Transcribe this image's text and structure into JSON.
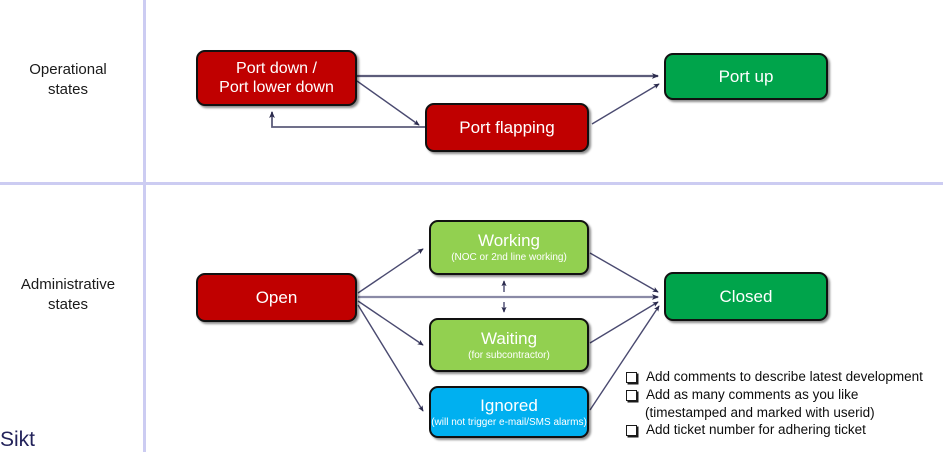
{
  "diagram": {
    "row_labels": [
      {
        "id": "operational",
        "text": "Operational\nstates",
        "line1": "Operational",
        "line2": "states"
      },
      {
        "id": "administrative",
        "text": "Administrative\nstates",
        "line1": "Administrative",
        "line2": "states"
      }
    ],
    "colors": {
      "red": "#c00000",
      "green": "#00a44b",
      "lime": "#92d050",
      "blue": "#00b0f0",
      "divider": "#ccccf2",
      "arrow": "#3b3b5c",
      "text_on_node": "#ffffff",
      "body_text": "#0d0d0d",
      "brand": "#23235b"
    },
    "operational_nodes": [
      {
        "id": "port-down",
        "title_line1": "Port down /",
        "title_line2": "Port lower down",
        "color": "red"
      },
      {
        "id": "port-flapping",
        "title": "Port flapping",
        "color": "red"
      },
      {
        "id": "port-up",
        "title": "Port up",
        "color": "green"
      }
    ],
    "administrative_nodes": [
      {
        "id": "open",
        "title": "Open",
        "color": "red"
      },
      {
        "id": "working",
        "title": "Working",
        "subtitle": "(NOC or 2nd line working)",
        "color": "lime"
      },
      {
        "id": "waiting",
        "title": "Waiting",
        "subtitle": "(for subcontractor)",
        "color": "lime"
      },
      {
        "id": "ignored",
        "title": "Ignored",
        "subtitle": "(will not trigger e-mail/SMS alarms)",
        "color": "blue"
      },
      {
        "id": "closed",
        "title": "Closed",
        "color": "green"
      }
    ],
    "transitions": [
      {
        "from": "port-down",
        "to": "port-up"
      },
      {
        "from": "port-down",
        "to": "port-flapping"
      },
      {
        "from": "port-flapping",
        "to": "port-down"
      },
      {
        "from": "port-flapping",
        "to": "port-up"
      },
      {
        "from": "open",
        "to": "working"
      },
      {
        "from": "open",
        "to": "closed"
      },
      {
        "from": "open",
        "to": "waiting"
      },
      {
        "from": "open",
        "to": "ignored"
      },
      {
        "from": "working",
        "to": "waiting"
      },
      {
        "from": "waiting",
        "to": "working"
      },
      {
        "from": "working",
        "to": "closed"
      },
      {
        "from": "waiting",
        "to": "closed"
      },
      {
        "from": "ignored",
        "to": "closed"
      }
    ]
  },
  "checklist": {
    "items": [
      {
        "text": "Add comments to describe latest development"
      },
      {
        "text": "Add as many comments as you like",
        "continuation": "(timestamped and marked with userid)"
      },
      {
        "text": "Add ticket number for adhering ticket"
      }
    ]
  },
  "brand": {
    "name": "Sikt"
  }
}
